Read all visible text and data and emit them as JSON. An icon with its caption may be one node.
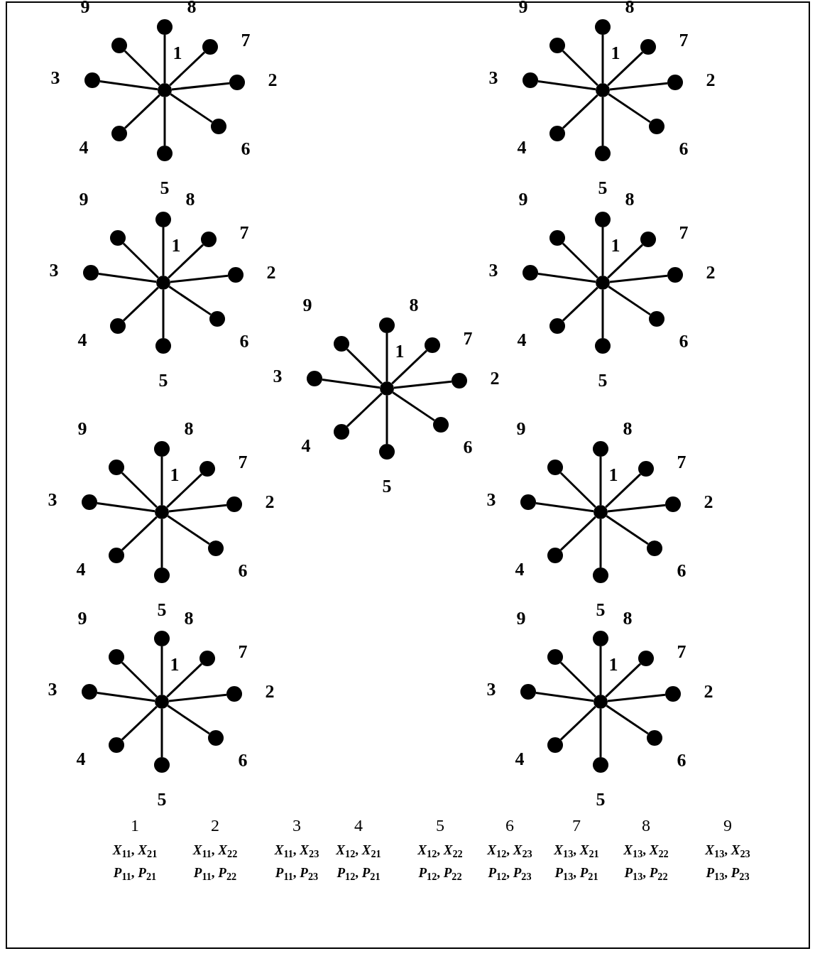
{
  "diagram": {
    "nodes": [
      {
        "text": [],
        "shape": "circle"
      },
      {
        "text": [],
        "shape": "circle",
        "beside": [
          "8"
        ]
      },
      {
        "text": [],
        "shape": "circle",
        "beside": [
          "7"
        ]
      },
      {
        "text": [],
        "shape": "circle",
        "beside": [
          "2"
        ]
      },
      {
        "text": [],
        "shape": "circle",
        "beside": [
          "6"
        ]
      },
      {
        "text": [],
        "shape": "circle",
        "beside": [
          "5"
        ]
      },
      {
        "text": [],
        "shape": "circle",
        "beside": [
          "4"
        ]
      },
      {
        "text": [],
        "shape": "circle",
        "beside": [
          "3"
        ]
      },
      {
        "text": [],
        "shape": "circle",
        "beside": [
          "9"
        ]
      },
      {
        "text": [],
        "shape": "circle"
      },
      {
        "text": [],
        "shape": "circle",
        "beside": [
          "8"
        ]
      },
      {
        "text": [],
        "shape": "circle",
        "beside": [
          "7"
        ]
      },
      {
        "text": [],
        "shape": "circle",
        "beside": [
          "2"
        ]
      },
      {
        "text": [],
        "shape": "circle",
        "beside": [
          "6"
        ]
      },
      {
        "text": [],
        "shape": "circle",
        "beside": [
          "5"
        ]
      },
      {
        "text": [],
        "shape": "circle",
        "beside": [
          "4"
        ]
      },
      {
        "text": [],
        "shape": "circle",
        "beside": [
          "3"
        ]
      },
      {
        "text": [],
        "shape": "circle",
        "beside": [
          "9"
        ]
      },
      {
        "text": [],
        "shape": "circle"
      },
      {
        "text": [],
        "shape": "circle",
        "beside": [
          "8"
        ]
      },
      {
        "text": [],
        "shape": "circle",
        "beside": [
          "7"
        ]
      },
      {
        "text": [],
        "shape": "circle",
        "beside": [
          "2"
        ]
      },
      {
        "text": [],
        "shape": "circle",
        "beside": [
          "6"
        ]
      },
      {
        "text": [],
        "shape": "circle",
        "beside": [
          "5"
        ]
      },
      {
        "text": [],
        "shape": "circle",
        "beside": [
          "4"
        ]
      },
      {
        "text": [],
        "shape": "circle",
        "beside": [
          "3"
        ]
      },
      {
        "text": [],
        "shape": "circle",
        "beside": [
          "9"
        ]
      },
      {
        "text": [],
        "shape": "circle"
      },
      {
        "text": [],
        "shape": "circle",
        "beside": [
          "8"
        ]
      },
      {
        "text": [],
        "shape": "circle",
        "beside": [
          "7"
        ]
      },
      {
        "text": [],
        "shape": "circle",
        "beside": [
          "2"
        ]
      },
      {
        "text": [],
        "shape": "circle",
        "beside": [
          "6"
        ]
      },
      {
        "text": [],
        "shape": "circle",
        "beside": [
          "5"
        ]
      },
      {
        "text": [],
        "shape": "circle",
        "beside": [
          "4"
        ]
      },
      {
        "text": [],
        "shape": "circle",
        "beside": [
          "3"
        ]
      },
      {
        "text": [],
        "shape": "circle",
        "beside": [
          "9"
        ]
      },
      {
        "text": [],
        "shape": "circle"
      },
      {
        "text": [],
        "shape": "circle",
        "beside": [
          "8"
        ]
      },
      {
        "text": [],
        "shape": "circle",
        "beside": [
          "7"
        ]
      },
      {
        "text": [],
        "shape": "circle",
        "beside": [
          "2"
        ]
      },
      {
        "text": [],
        "shape": "circle",
        "beside": [
          "6"
        ]
      },
      {
        "text": [],
        "shape": "circle",
        "beside": [
          "5"
        ]
      },
      {
        "text": [],
        "shape": "circle",
        "beside": [
          "4"
        ]
      },
      {
        "text": [],
        "shape": "circle",
        "beside": [
          "3"
        ]
      },
      {
        "text": [],
        "shape": "circle",
        "beside": [
          "9"
        ]
      },
      {
        "text": [],
        "shape": "circle"
      },
      {
        "text": [],
        "shape": "circle",
        "beside": [
          "8"
        ]
      },
      {
        "text": [],
        "shape": "circle",
        "beside": [
          "7"
        ]
      },
      {
        "text": [],
        "shape": "circle",
        "beside": [
          "2"
        ]
      },
      {
        "text": [],
        "shape": "circle",
        "beside": [
          "6"
        ]
      },
      {
        "text": [],
        "shape": "circle",
        "beside": [
          "5"
        ]
      },
      {
        "text": [],
        "shape": "circle",
        "beside": [
          "4"
        ]
      },
      {
        "text": [],
        "shape": "circle",
        "beside": [
          "3"
        ]
      },
      {
        "text": [],
        "shape": "circle",
        "beside": [
          "9"
        ]
      },
      {
        "text": [],
        "shape": "circle"
      },
      {
        "text": [],
        "shape": "circle",
        "beside": [
          "8"
        ]
      },
      {
        "text": [],
        "shape": "circle",
        "beside": [
          "7"
        ]
      },
      {
        "text": [],
        "shape": "circle",
        "beside": [
          "2"
        ]
      },
      {
        "text": [],
        "shape": "circle",
        "beside": [
          "6"
        ]
      },
      {
        "text": [],
        "shape": "circle",
        "beside": [
          "5"
        ]
      },
      {
        "text": [],
        "shape": "circle",
        "beside": [
          "4"
        ]
      },
      {
        "text": [],
        "shape": "circle",
        "beside": [
          "3"
        ]
      },
      {
        "text": [],
        "shape": "circle",
        "beside": [
          "9"
        ]
      },
      {
        "text": [],
        "shape": "circle"
      },
      {
        "text": [],
        "shape": "circle",
        "beside": [
          "8"
        ]
      },
      {
        "text": [],
        "shape": "circle",
        "beside": [
          "7"
        ]
      },
      {
        "text": [],
        "shape": "circle",
        "beside": [
          "2"
        ]
      },
      {
        "text": [],
        "shape": "circle",
        "beside": [
          "6"
        ]
      },
      {
        "text": [],
        "shape": "circle",
        "beside": [
          "5"
        ]
      },
      {
        "text": [],
        "shape": "circle",
        "beside": [
          "4"
        ]
      },
      {
        "text": [],
        "shape": "circle",
        "beside": [
          "3"
        ]
      },
      {
        "text": [],
        "shape": "circle",
        "beside": [
          "9"
        ]
      },
      {
        "text": [],
        "shape": "circle"
      },
      {
        "text": [],
        "shape": "circle",
        "beside": [
          "8"
        ]
      },
      {
        "text": [],
        "shape": "circle",
        "beside": [
          "7"
        ]
      },
      {
        "text": [],
        "shape": "circle",
        "beside": [
          "2"
        ]
      },
      {
        "text": [],
        "shape": "circle",
        "beside": [
          "6"
        ]
      },
      {
        "text": [],
        "shape": "circle",
        "beside": [
          "5"
        ]
      },
      {
        "text": [],
        "shape": "circle",
        "beside": [
          "4"
        ]
      },
      {
        "text": [],
        "shape": "circle",
        "beside": [
          "3"
        ]
      },
      {
        "text": [],
        "shape": "circle",
        "beside": [
          "9"
        ]
      }
    ],
    "edges": [
      {
        "from": 0,
        "to": 1,
        "arrow": "none"
      },
      {
        "from": 0,
        "to": 2,
        "arrow": "none"
      },
      {
        "from": 0,
        "to": 3,
        "arrow": "none"
      },
      {
        "from": 0,
        "to": 4,
        "arrow": "none"
      },
      {
        "from": 0,
        "to": 5,
        "arrow": "none"
      },
      {
        "from": 0,
        "to": 6,
        "arrow": "none"
      },
      {
        "from": 0,
        "to": 7,
        "arrow": "none"
      },
      {
        "from": 0,
        "to": 8,
        "arrow": "none"
      },
      {
        "from": 9,
        "to": 10,
        "arrow": "none"
      },
      {
        "from": 9,
        "to": 11,
        "arrow": "none"
      },
      {
        "from": 9,
        "to": 12,
        "arrow": "none"
      },
      {
        "from": 9,
        "to": 13,
        "arrow": "none"
      },
      {
        "from": 9,
        "to": 14,
        "arrow": "none"
      },
      {
        "from": 9,
        "to": 15,
        "arrow": "none"
      },
      {
        "from": 9,
        "to": 16,
        "arrow": "none"
      },
      {
        "from": 9,
        "to": 17,
        "arrow": "none"
      },
      {
        "from": 18,
        "to": 19,
        "arrow": "none"
      },
      {
        "from": 18,
        "to": 20,
        "arrow": "none"
      },
      {
        "from": 18,
        "to": 21,
        "arrow": "none"
      },
      {
        "from": 18,
        "to": 22,
        "arrow": "none"
      },
      {
        "from": 18,
        "to": 23,
        "arrow": "none"
      },
      {
        "from": 18,
        "to": 24,
        "arrow": "none"
      },
      {
        "from": 18,
        "to": 25,
        "arrow": "none"
      },
      {
        "from": 18,
        "to": 26,
        "arrow": "none"
      },
      {
        "from": 27,
        "to": 28,
        "arrow": "none"
      },
      {
        "from": 27,
        "to": 29,
        "arrow": "none"
      },
      {
        "from": 27,
        "to": 30,
        "arrow": "none"
      },
      {
        "from": 27,
        "to": 31,
        "arrow": "none"
      },
      {
        "from": 27,
        "to": 32,
        "arrow": "none"
      },
      {
        "from": 27,
        "to": 33,
        "arrow": "none"
      },
      {
        "from": 27,
        "to": 34,
        "arrow": "none"
      },
      {
        "from": 27,
        "to": 35,
        "arrow": "none"
      },
      {
        "from": 36,
        "to": 37,
        "arrow": "none"
      },
      {
        "from": 36,
        "to": 38,
        "arrow": "none"
      },
      {
        "from": 36,
        "to": 39,
        "arrow": "none"
      },
      {
        "from": 36,
        "to": 40,
        "arrow": "none"
      },
      {
        "from": 36,
        "to": 41,
        "arrow": "none"
      },
      {
        "from": 36,
        "to": 42,
        "arrow": "none"
      },
      {
        "from": 36,
        "to": 43,
        "arrow": "none"
      },
      {
        "from": 36,
        "to": 44,
        "arrow": "none"
      },
      {
        "from": 45,
        "to": 46,
        "arrow": "none"
      },
      {
        "from": 45,
        "to": 47,
        "arrow": "none"
      },
      {
        "from": 45,
        "to": 48,
        "arrow": "none"
      },
      {
        "from": 45,
        "to": 49,
        "arrow": "none"
      },
      {
        "from": 45,
        "to": 50,
        "arrow": "none"
      },
      {
        "from": 45,
        "to": 51,
        "arrow": "none"
      },
      {
        "from": 45,
        "to": 52,
        "arrow": "none"
      },
      {
        "from": 45,
        "to": 53,
        "arrow": "none"
      },
      {
        "from": 54,
        "to": 55,
        "arrow": "none"
      },
      {
        "from": 54,
        "to": 56,
        "arrow": "none"
      },
      {
        "from": 54,
        "to": 57,
        "arrow": "none"
      },
      {
        "from": 54,
        "to": 58,
        "arrow": "none"
      },
      {
        "from": 54,
        "to": 59,
        "arrow": "none"
      },
      {
        "from": 54,
        "to": 60,
        "arrow": "none"
      },
      {
        "from": 54,
        "to": 61,
        "arrow": "none"
      },
      {
        "from": 54,
        "to": 62,
        "arrow": "none"
      },
      {
        "from": 63,
        "to": 64,
        "arrow": "none"
      },
      {
        "from": 63,
        "to": 65,
        "arrow": "none"
      },
      {
        "from": 63,
        "to": 66,
        "arrow": "none"
      },
      {
        "from": 63,
        "to": 67,
        "arrow": "none"
      },
      {
        "from": 63,
        "to": 68,
        "arrow": "none"
      },
      {
        "from": 63,
        "to": 69,
        "arrow": "none"
      },
      {
        "from": 63,
        "to": 70,
        "arrow": "none"
      },
      {
        "from": 63,
        "to": 71,
        "arrow": "none"
      },
      {
        "from": 72,
        "to": 73,
        "arrow": "none"
      },
      {
        "from": 72,
        "to": 74,
        "arrow": "none"
      },
      {
        "from": 72,
        "to": 75,
        "arrow": "none"
      },
      {
        "from": 72,
        "to": 76,
        "arrow": "none"
      },
      {
        "from": 72,
        "to": 77,
        "arrow": "none"
      },
      {
        "from": 72,
        "to": 78,
        "arrow": "none"
      },
      {
        "from": 72,
        "to": 79,
        "arrow": "none"
      },
      {
        "from": 72,
        "to": 80,
        "arrow": "none"
      }
    ],
    "labels": [
      "1",
      "1",
      "1",
      "1",
      "1",
      "1",
      "1",
      "1",
      "1",
      "1",
      "2",
      "3",
      "4",
      "5",
      "6",
      "7",
      "8",
      "9",
      "*X*$_{11}$, *X*$_{21}$",
      "*X*$_{11}$, *X*$_{22}$",
      "*X*$_{11}$, *X*$_{23}$",
      "*X*$_{12}$, *X*$_{21}$",
      "*X*$_{12}$, *X*$_{22}$",
      "*X*$_{12}$, *X*$_{23}$",
      "*X*$_{13}$, *X*$_{21}$",
      "*X*$_{13}$, *X*$_{22}$",
      "*X*$_{13}$, *X*$_{23}$",
      "*P*$_{11}$, *P*$_{21}$",
      "*P*$_{11}$, *P*$_{22}$",
      "*P*$_{11}$, *P*$_{23}$",
      "*P*$_{12}$, *P*$_{21}$",
      "*P*$_{12}$, *P*$_{22}$",
      "*P*$_{12}$, *P*$_{23}$",
      "*P*$_{13}$, *P*$_{21}$",
      "*P*$_{13}$, *P*$_{22}$",
      "*P*$_{13}$, *P*$_{23}$"
    ]
  }
}
